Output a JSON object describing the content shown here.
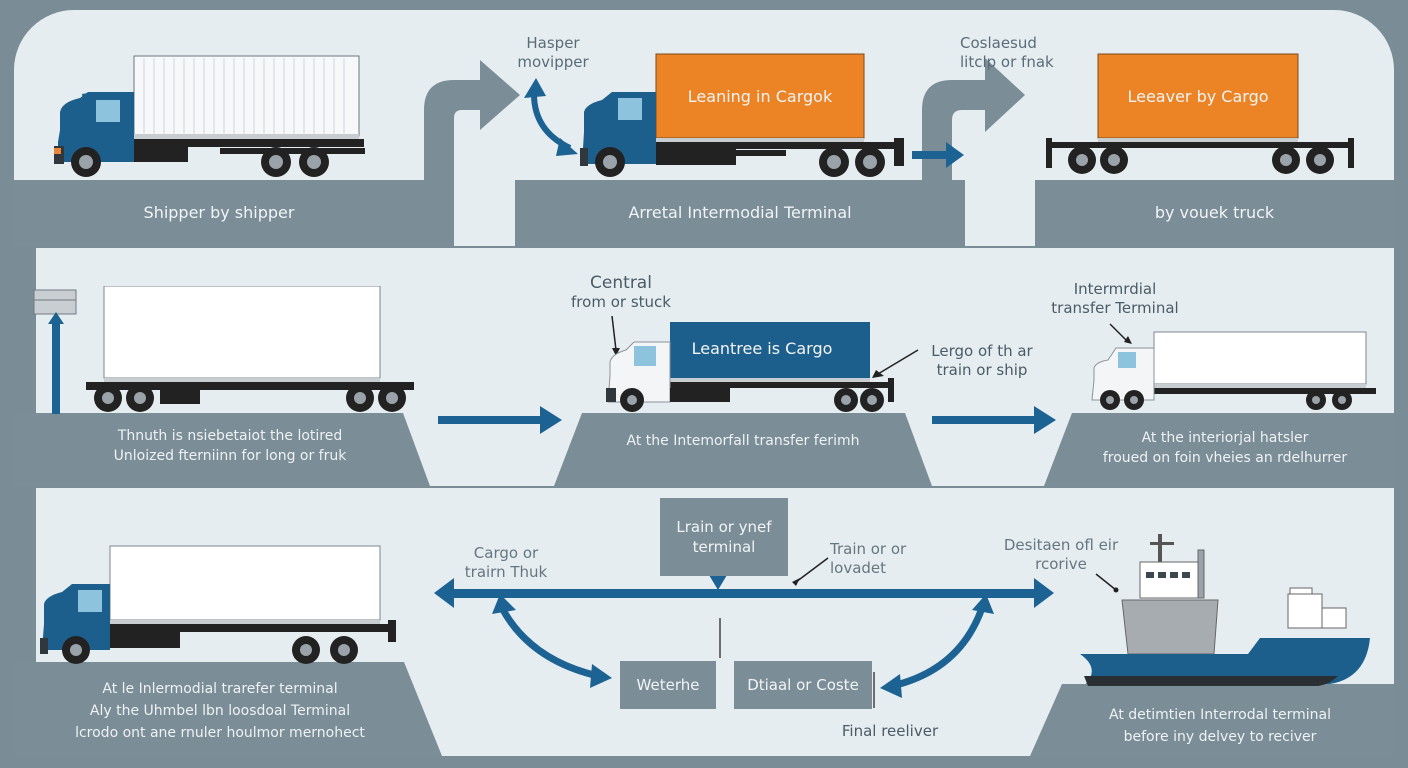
{
  "colors": {
    "background": "#7a8c96",
    "panel": "#e6edf1",
    "band": "#7b8d97",
    "truck_blue": "#1d5f8c",
    "cargo_orange": "#ec8426",
    "arrow_blue": "#1c6394"
  },
  "row1": {
    "step1": {
      "label": "Shipper by shipper"
    },
    "step2": {
      "note_line1": "Hasper",
      "note_line2": "movipper",
      "container_text": "Leaning in Cargok",
      "label": "Arretal Intermodial Terminal"
    },
    "step3": {
      "note_line1": "Coslaesud",
      "note_line2": "litclp or fnak",
      "container_text": "Leeaver by Cargo",
      "label": "by vouek truck"
    }
  },
  "row2": {
    "step1": {
      "label_line1": "Thnuth is nsiebetaiot the lotired",
      "label_line2": "Unloized fterniinn for long or fruk"
    },
    "step2": {
      "note_line1": "Central",
      "note_line2": "from or stuck",
      "container_text": "Leantree is Cargo",
      "side_note_line1": "Lergo of th ar",
      "side_note_line2": "train or ship",
      "label": "At the Intemorfall transfer ferimh"
    },
    "step3": {
      "note_line1": "Intermrdial",
      "note_line2": "transfer Terminal",
      "label_line1": "At the interiorjal hatsler",
      "label_line2": "froued on foin vheies an rdelhurrer"
    }
  },
  "row3": {
    "step1": {
      "label_line1": "At le Inlermodial trarefer terminal",
      "label_line2": "Aly the Uhmbel lbn loosdoal Terminal",
      "label_line3": "lcrodo ont ane rnuler houlmor mernohect"
    },
    "hub": {
      "top_box_line1": "Lrain or ynef",
      "top_box_line2": "terminal",
      "left_note_line1": "Cargo or",
      "left_note_line2": "trairn Thuk",
      "right_note_line1": "Train or or",
      "right_note_line2": "lovadet",
      "box_left": "Weterhe",
      "box_right": "Dtiaal or Coste",
      "bottom_note": "Final reeliver"
    },
    "step3": {
      "note_line1": "Desitaen ofl eir",
      "note_line2": "rcorive",
      "label_line1": "At detimtien Interrodal terminal",
      "label_line2": "before iny delvey to reciver"
    }
  }
}
